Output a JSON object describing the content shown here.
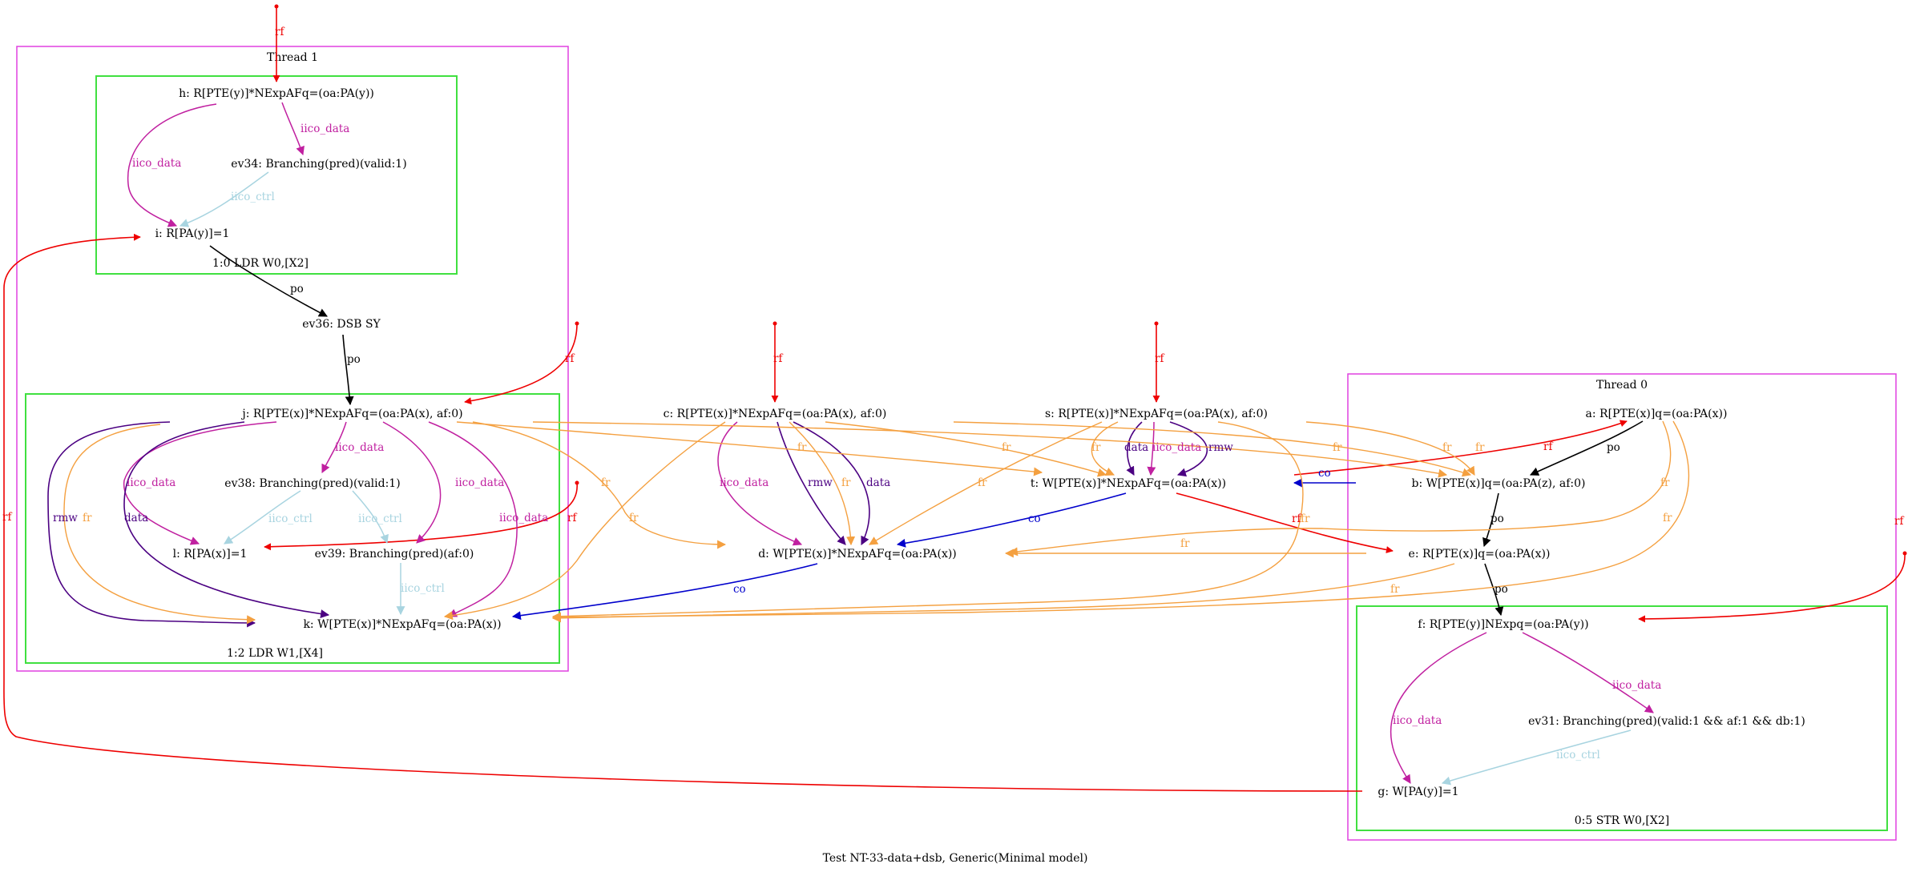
{
  "caption": "Test NT-33-data+dsb, Generic(Minimal model)",
  "colors": {
    "rf": "#ee0000",
    "po": "#000000",
    "co": "#0000cc",
    "fr": "#f4a040",
    "iico_data": "#c020a0",
    "iico_ctrl": "#a8d4e0",
    "data": "#4b0082",
    "rmw": "#4b0082",
    "thread_border": "#e040e0",
    "instr_border": "#40e040"
  },
  "clusters": {
    "thread1": "Thread 1",
    "thread0": "Thread 0",
    "instr_t1_0": "1:0 LDR W0,[X2]",
    "instr_t1_2": "1:2 LDR W1,[X4]",
    "instr_t0_5": "0:5 STR W0,[X2]"
  },
  "nodes": {
    "h": "h: R[PTE(y)]*NExpAFq=(oa:PA(y))",
    "ev34": "ev34: Branching(pred)(valid:1)",
    "i": "i: R[PA(y)]=1",
    "ev36": "ev36: DSB SY",
    "j": "j: R[PTE(x)]*NExpAFq=(oa:PA(x), af:0)",
    "ev38": "ev38: Branching(pred)(valid:1)",
    "l": "l: R[PA(x)]=1",
    "ev39": "ev39: Branching(pred)(af:0)",
    "k": "k: W[PTE(x)]*NExpAFq=(oa:PA(x))",
    "c": "c: R[PTE(x)]*NExpAFq=(oa:PA(x), af:0)",
    "d": "d: W[PTE(x)]*NExpAFq=(oa:PA(x))",
    "s": "s: R[PTE(x)]*NExpAFq=(oa:PA(x), af:0)",
    "t": "t: W[PTE(x)]*NExpAFq=(oa:PA(x))",
    "a": "a: R[PTE(x)]q=(oa:PA(x))",
    "b": "b: W[PTE(x)]q=(oa:PA(z), af:0)",
    "e": "e: R[PTE(x)]q=(oa:PA(x))",
    "f": "f: R[PTE(y)]NExpq=(oa:PA(y))",
    "ev31": "ev31: Branching(pred)(valid:1 && af:1 && db:1)",
    "g": "g: W[PA(y)]=1"
  },
  "edge_labels": {
    "rf": "rf",
    "po": "po",
    "co": "co",
    "fr": "fr",
    "iico_data": "iico_data",
    "iico_ctrl": "iico_ctrl",
    "data": "data",
    "rmw": "rmw"
  }
}
